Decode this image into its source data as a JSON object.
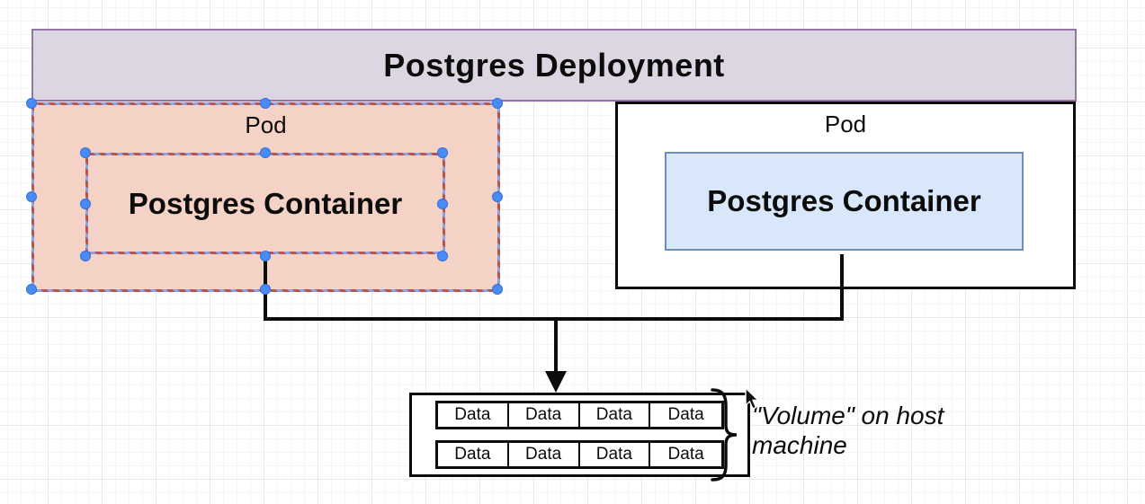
{
  "diagram": {
    "title": "Postgres Deployment",
    "pods": [
      {
        "label": "Pod",
        "container": "Postgres Container",
        "selected": true
      },
      {
        "label": "Pod",
        "container": "Postgres Container",
        "selected": false
      }
    ],
    "volume_box": {
      "rows": [
        [
          "Data",
          "Data",
          "Data",
          "Data"
        ],
        [
          "Data",
          "Data",
          "Data",
          "Data"
        ]
      ]
    },
    "annotation": {
      "line1": "\"Volume\" on host",
      "line2": "machine"
    },
    "colors": {
      "deployment_fill": "#dcd6e2",
      "deployment_border": "#9673a6",
      "selected_pod_fill": "#f4d2c6",
      "selected_dash_red": "#b85450",
      "selection_handle_blue": "#4a8cf6",
      "container_fill": "#d9e7fa",
      "container_border": "#6c8ebf",
      "line_color": "#0c0c0c"
    }
  }
}
